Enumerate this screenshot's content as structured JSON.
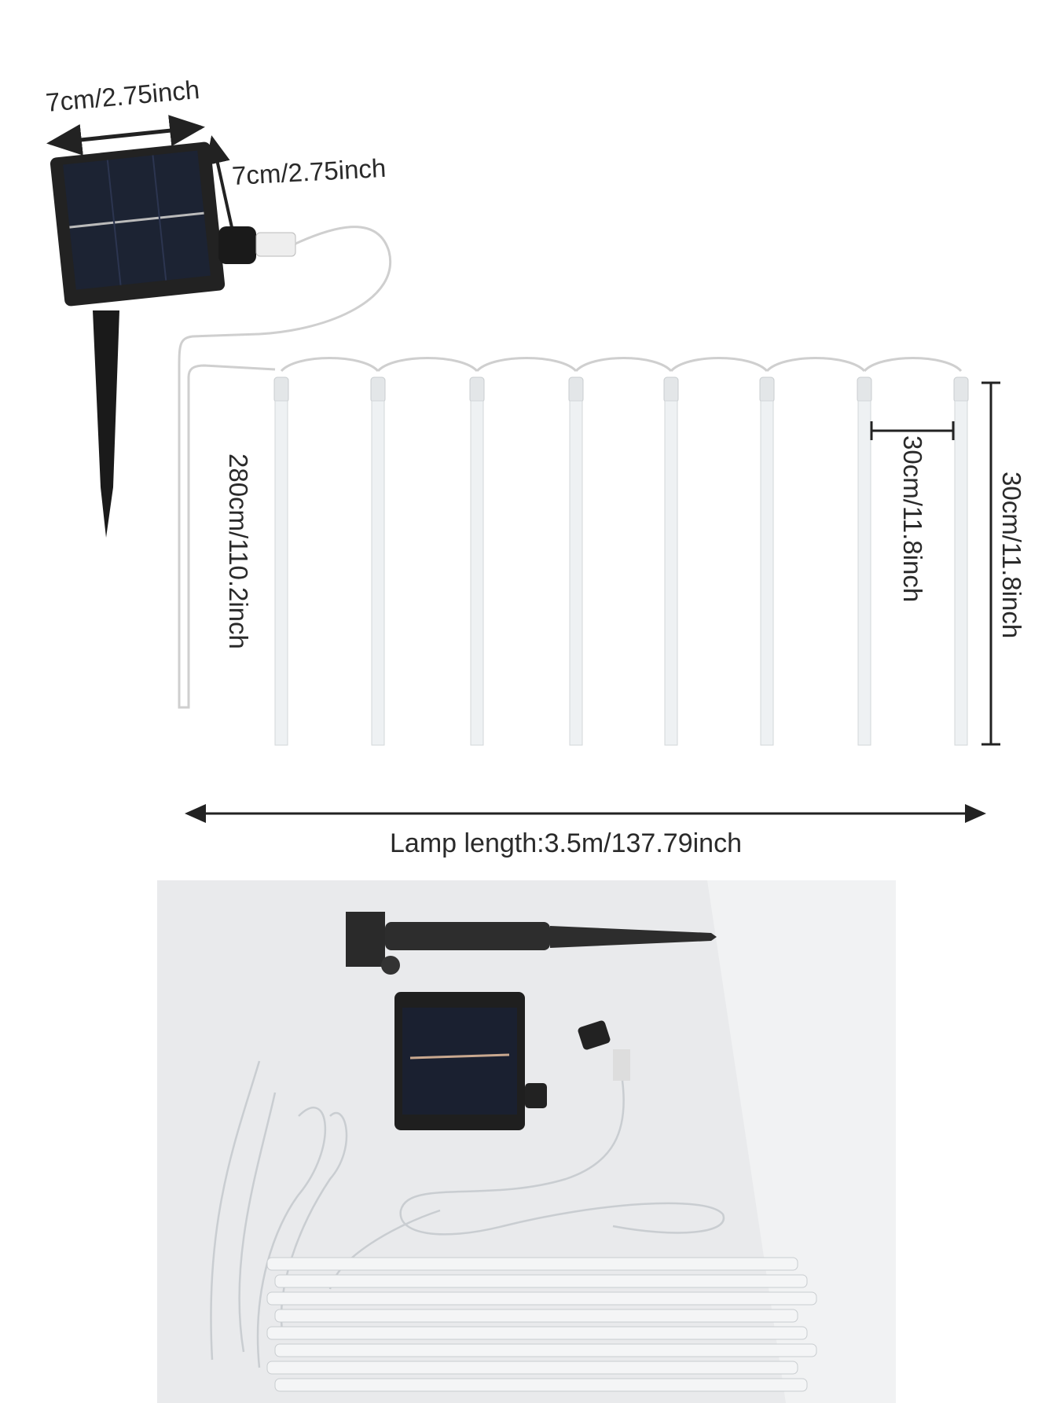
{
  "dimensions": {
    "panel_width": "7cm/2.75inch",
    "panel_height": "7cm/2.75inch",
    "lead_cable": "280cm/110.2inch",
    "tube_spacing": "30cm/11.8inch",
    "tube_length": "30cm/11.8inch",
    "lamp_length": "Lamp length:3.5m/137.79inch"
  },
  "tube_count": 8,
  "colors": {
    "line": "#222222",
    "panel": "#1c2333",
    "tube": "#eef1f3",
    "photo_bg": "#e9eaec"
  }
}
